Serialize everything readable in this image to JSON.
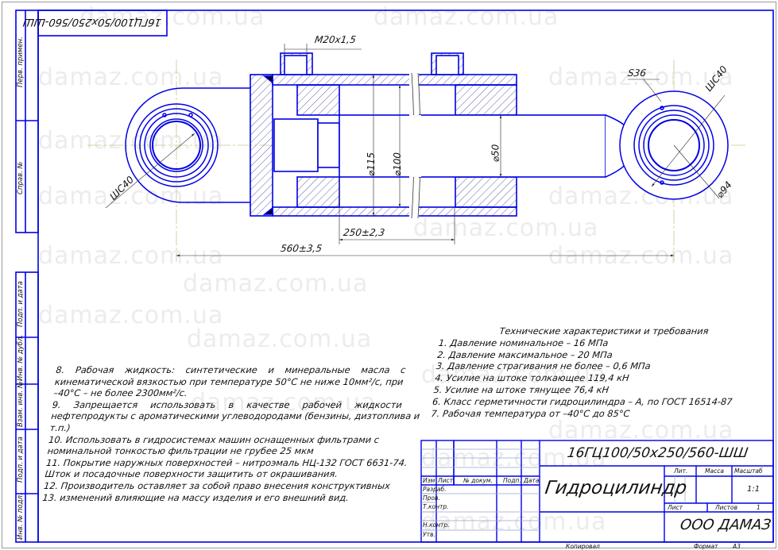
{
  "watermark": "damaz.com.ua",
  "colors": {
    "line": "#0000e6",
    "hatch": "#3a3a9a",
    "center": "#c8c88a",
    "watermark": "#ececec"
  },
  "top_stamp": "16ГЦ100/50х250/560-ШШ",
  "side_strip": [
    "Перв. примен.",
    "Справ. №",
    "Подп. и дата",
    "Инв. № дубл.",
    "Взам. инв. №",
    "Подп. и дата",
    "Инв. № подл."
  ],
  "dimensions": {
    "port_thread": "М20х1,5",
    "bore_outer": "⌀115",
    "bore": "⌀100",
    "rod": "⌀50",
    "stroke": "250±2,3",
    "length": "560±3,5",
    "wrench": "S36",
    "bearing_right": "ШС40",
    "bearing_left": "ШС40",
    "eye_dia": "⌀94"
  },
  "specs": {
    "title": "Технические характеристики и требования",
    "items": [
      "1. Давление номинальное – 16 МПа",
      "2. Давление максимальное – 20 МПа",
      "3. Давление страгивания не более – 0,6 МПа",
      "4.  Усилие на штоке толкающее  119,4 кН",
      "5. Усилие на штоке тянущее  76,4 кН",
      "6. Класс герметичности гидроцилиндра – А, по ГОСТ 16514-87",
      "7. Рабочая температура от –40°С до 85°С"
    ]
  },
  "notes": [
    "8. Рабочая жидкость: синтетические и минеральные масла с",
    "кинематической вязкостью при температуре 50°С не ниже 10мм²/с, при",
    "–40°С  – не более  2300мм²/с.",
    "9. Запрещается использовать в качестве рабочей жидкости",
    "нефтепродукты с ароматическими углеводородами (бензины, дизтоплива и",
    "т.п.)",
    "10. Использовать в гидросистемах машин  оснащенных фильтрами с",
    "номинальной тонкостью фильтрации не грубее 25 мкм",
    "11. Покрытие наружных поверхностей – нитроэмаль НЦ-132 ГОСТ 6631-74.",
    "Шток и посадочные поверхности защитить от окрашивания.",
    "12. Производитель оставляет за собой право внесения конструктивных",
    "13. изменений влияющие на массу изделия и его внешний вид."
  ],
  "title_block": {
    "designation": "16ГЦ100/50х250/560-ШШ",
    "name": "Гидроцилиндр",
    "company": "ООО ДАМАЗ",
    "headers": [
      "Изм",
      "Лист",
      "№ докум.",
      "Подп.",
      "Дата"
    ],
    "roles": [
      "Разраб.",
      "Пров.",
      "Т.контр.",
      "Н.контр.",
      "Утв."
    ],
    "lit_label": "Лит.",
    "mass_label": "Масса",
    "scale_label": "Масштаб",
    "scale": "1:1",
    "sheet_label": "Лист",
    "sheets_label": "Листов",
    "sheets": "1",
    "copied": "Копировал",
    "format_label": "Формат",
    "format": "А3"
  }
}
